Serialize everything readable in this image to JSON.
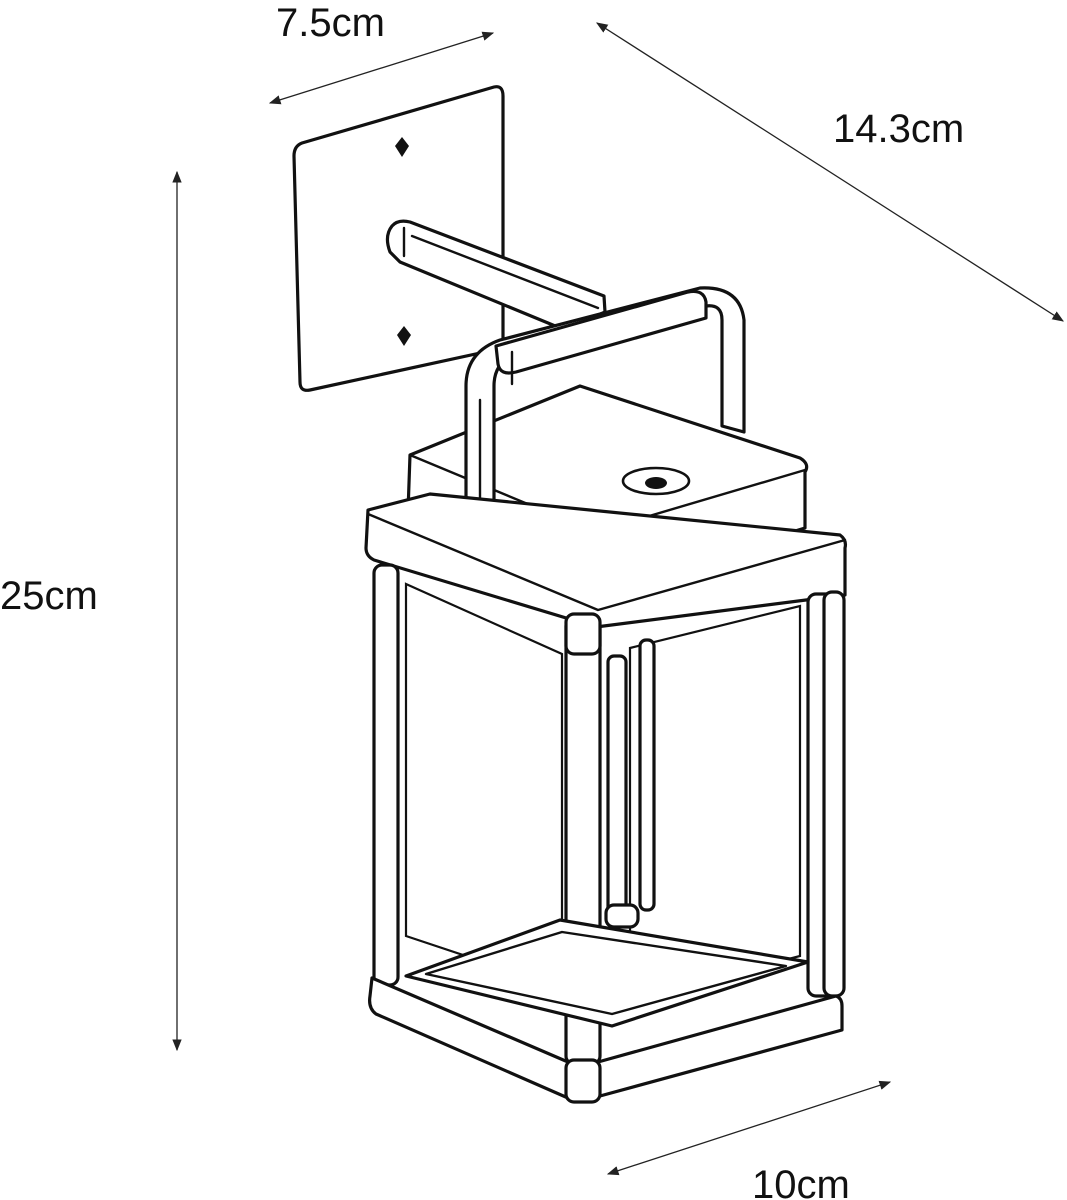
{
  "dimensions": {
    "depth_label": "7.5cm",
    "length_label": "14.3cm",
    "height_label": "25cm",
    "width_label": "10cm"
  }
}
